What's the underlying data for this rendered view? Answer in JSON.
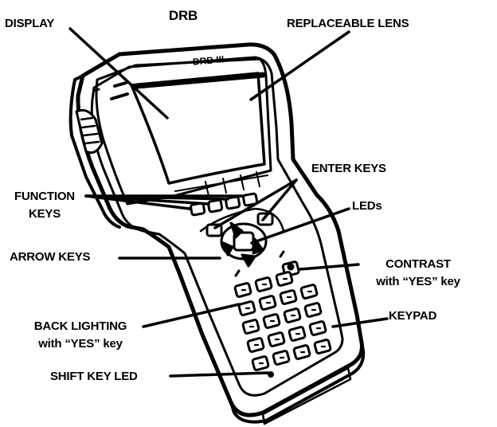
{
  "title": "DRB",
  "device_text": "DRB III",
  "labels": {
    "display": "DISPLAY",
    "replaceable_lens": "REPLACEABLE LENS",
    "enter_keys": "ENTER KEYS",
    "function_keys_line1": "FUNCTION",
    "function_keys_line2": "KEYS",
    "leds": "LEDs",
    "arrow_keys": "ARROW KEYS",
    "contrast_line1": "CONTRAST",
    "contrast_line2": "with “YES” key",
    "keypad": "KEYPAD",
    "back_lighting_line1": "BACK LIGHTING",
    "back_lighting_line2": "with “YES” key",
    "shift_key_led": "SHIFT KEY LED"
  },
  "colors": {
    "ink": "#000000",
    "paper": "#ffffff"
  }
}
